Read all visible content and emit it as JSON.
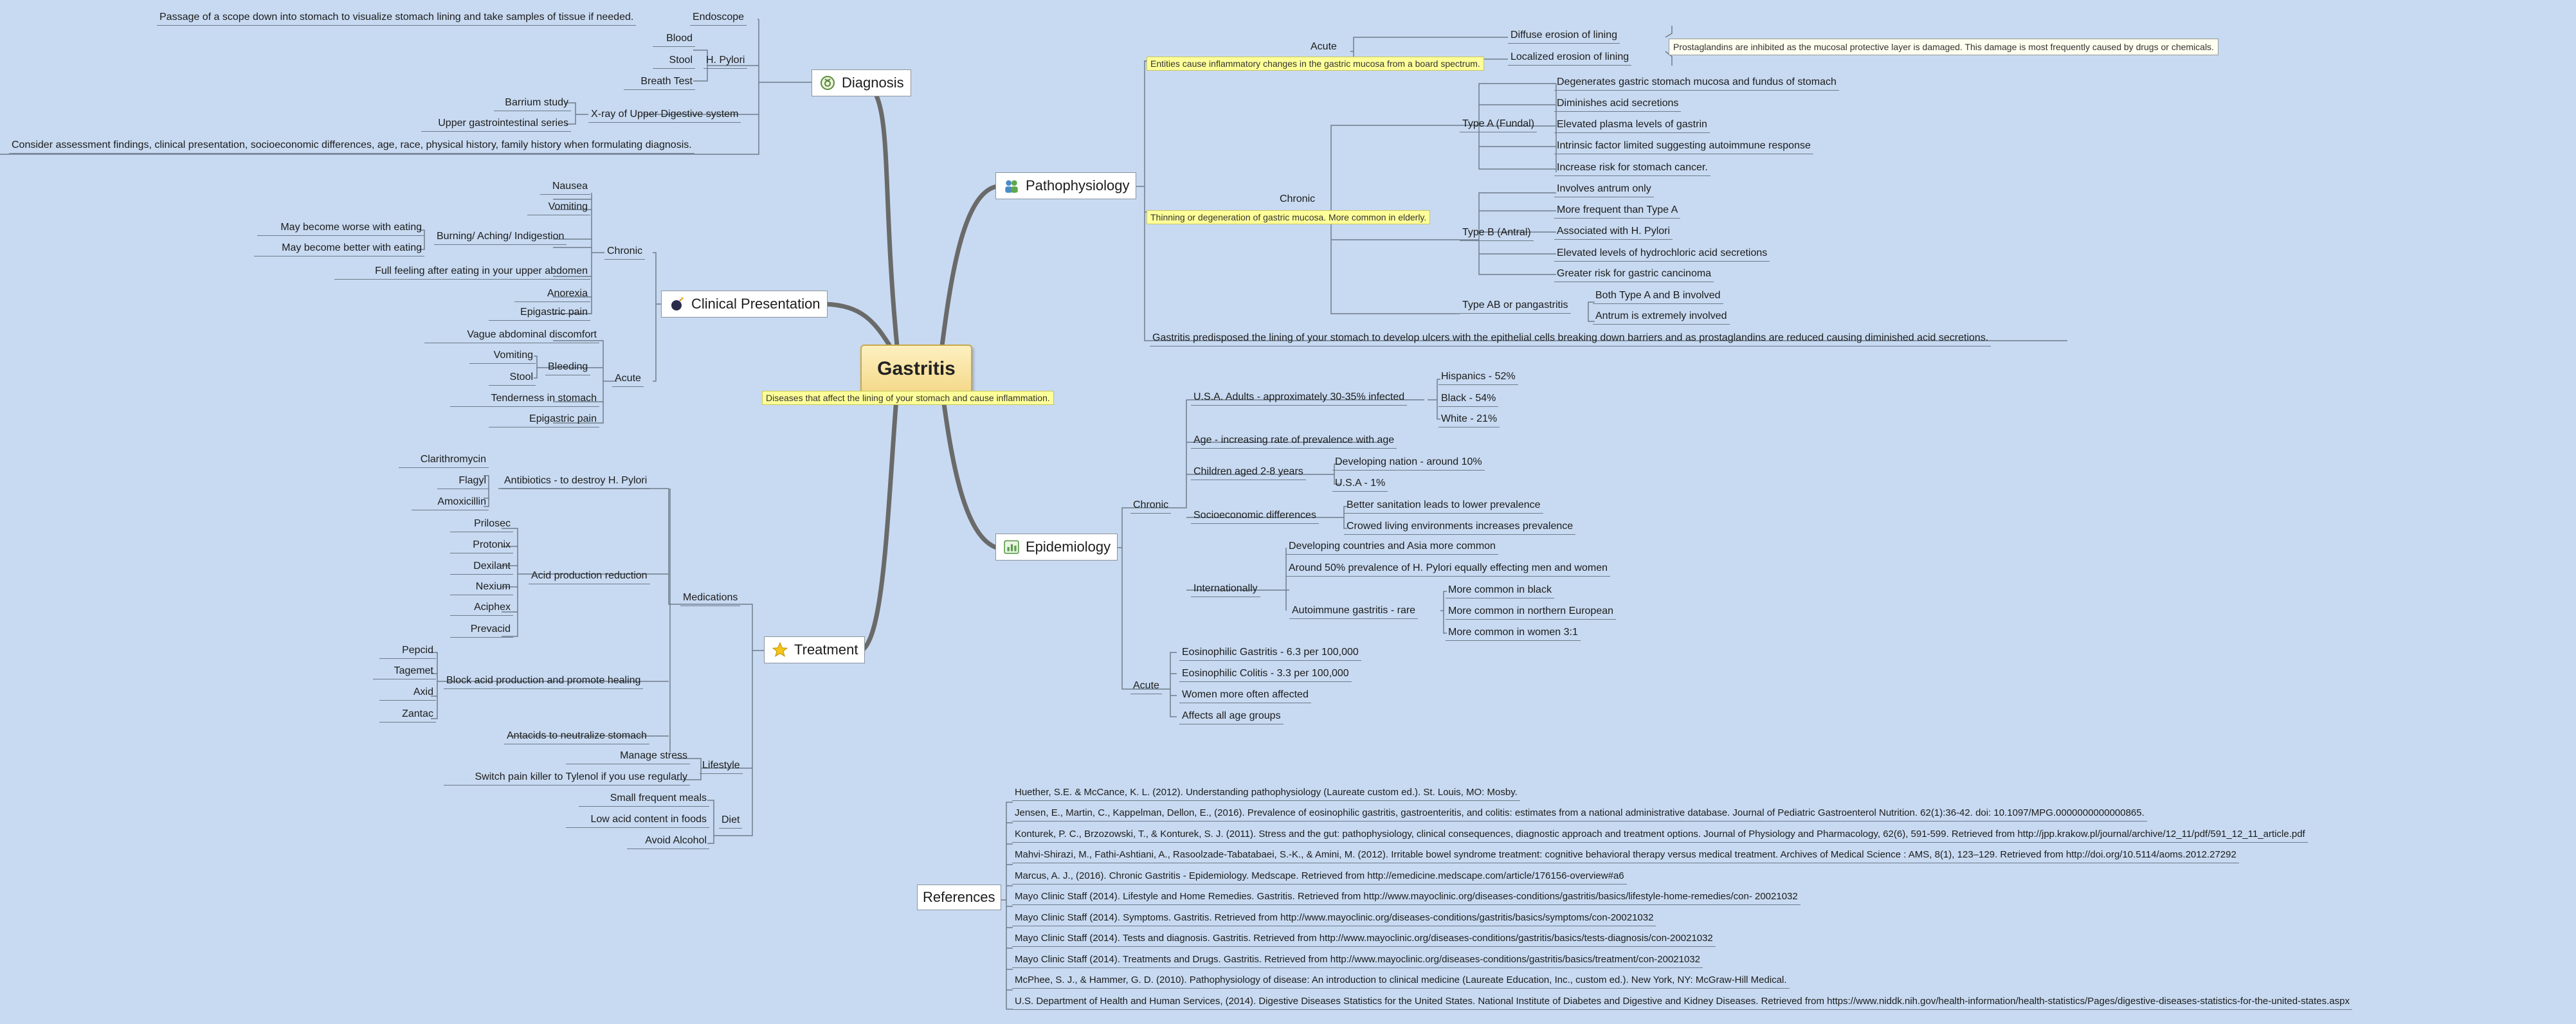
{
  "root": {
    "title": "Gastritis",
    "note": "Diseases that affect the lining of your stomach and cause inflammation."
  },
  "diagnosis": {
    "title": "Diagnosis",
    "endoscope": "Endoscope",
    "endoscope_desc": "Passage of a scope down into stomach to visualize stomach lining and take samples of tissue if needed.",
    "hpylori": "H. Pylori",
    "hpylori_items": [
      "Blood",
      "Stool",
      "Breath Test"
    ],
    "xray": "X-ray of Upper Digestive system",
    "xray_items": [
      "Barrium study",
      "Upper gastrointestinal series"
    ],
    "consider": "Consider assessment findings, clinical presentation, socioeconomic differences, age, race, physical history, family history when formulating diagnosis."
  },
  "clinical": {
    "title": "Clinical Presentation",
    "chronic": "Chronic",
    "chronic_items": [
      "Nausea",
      "Vomiting"
    ],
    "burning": "Burning/ Aching/ Indigestion",
    "burning_items": [
      "May become worse with eating",
      "May become better with eating"
    ],
    "chronic_items2": [
      "Full feeling after eating in your upper abdomen",
      "Anorexia",
      "Epigastric pain"
    ],
    "acute": "Acute",
    "vague": "Vague abdominal discomfort",
    "bleeding": "Bleeding",
    "bleeding_items": [
      "Vomiting",
      "Stool"
    ],
    "acute_items": [
      "Tenderness in stomach",
      "Epigastric pain"
    ]
  },
  "treatment": {
    "title": "Treatment",
    "medications": "Medications",
    "antibiotics": "Antibiotics - to destroy H. Pylori",
    "antibiotics_items": [
      "Clarithromycin",
      "Flagyl",
      "Amoxicillin"
    ],
    "acid_reduction": "Acid production reduction",
    "acid_items": [
      "Prilosec",
      "Protonix",
      "Dexilant",
      "Nexium",
      "Aciphex",
      "Prevacid"
    ],
    "block_acid": "Block acid production and promote healing",
    "block_items": [
      "Pepcid",
      "Tagemet",
      "Axid",
      "Zantac"
    ],
    "antacids": "Antacids to neutralize stomach",
    "lifestyle": "Lifestyle",
    "lifestyle_items": [
      "Manage stress",
      "Switch pain killer to Tylenol if you use regularly"
    ],
    "diet": "Diet",
    "diet_items": [
      "Small frequent meals",
      "Low acid content in foods",
      "Avoid Alcohol"
    ]
  },
  "patho": {
    "title": "Pathophysiology",
    "acute": "Acute",
    "acute_note": "Entities cause inflammatory changes in the gastric mucosa from a board spectrum.",
    "acute_items": [
      "Diffuse erosion of lining",
      "Localized erosion of lining"
    ],
    "acute_callout": "Prostaglandins are inhibited as the mucosal protective layer is damaged. This damage is most frequently caused by drugs or chemicals.",
    "chronic": "Chronic",
    "chronic_note": "Thinning or degeneration of gastric mucosa. More common in elderly.",
    "typeA": "Type A (Fundal)",
    "typeA_items": [
      "Degenerates gastric stomach mucosa and fundus of stomach",
      "Diminishes acid secretions",
      "Elevated plasma levels of gastrin",
      "Intrinsic factor limited suggesting autoimmune response",
      "Increase risk for stomach cancer."
    ],
    "typeB": "Type B (Antral)",
    "typeB_items": [
      "Involves antrum only",
      "More frequent than Type A",
      "Associated with H. Pylori",
      "Elevated levels of hydrochloric acid secretions",
      "Greater risk for gastric cancinoma"
    ],
    "typeAB": "Type AB or pangastritis",
    "typeAB_items": [
      "Both Type A and B involved",
      "Antrum is extremely involved"
    ],
    "predisposes": "Gastritis predisposed the lining of your stomach to develop ulcers with the epithelial cells breaking down barriers and as prostaglandins are reduced causing diminished acid secretions."
  },
  "epi": {
    "title": "Epidemiology",
    "chronic": "Chronic",
    "usa": "U.S.A. Adults - approximately 30-35% infected",
    "usa_items": [
      "Hispanics - 52%",
      "Black - 54%",
      "White - 21%"
    ],
    "age": "Age - increasing rate of prevalence with age",
    "children": "Children aged 2-8 years",
    "children_items": [
      "Developing nation - around 10%",
      "U.S.A - 1%"
    ],
    "socio": "Socioeconomic differences",
    "socio_items": [
      "Better sanitation leads to lower prevalence",
      "Crowed living environments increases prevalence"
    ],
    "intl": "Internationally",
    "intl_items": [
      "Developing countries and Asia more common",
      "Around 50% prevalence of H. Pylori equally effecting men and women"
    ],
    "autoimmune": "Autoimmune gastritis - rare",
    "autoimmune_items": [
      "More common in black",
      "More common in northern European",
      "More common in women 3:1"
    ],
    "acute": "Acute",
    "acute_items": [
      "Eosinophilic Gastritis -  6.3 per 100,000",
      "Eosinophilic Colitis - 3.3 per 100,000",
      "Women more often affected",
      "Affects all age groups"
    ]
  },
  "references": {
    "title": "References",
    "items": [
      "Huether, S.E. & McCance, K. L. (2012). Understanding pathophysiology (Laureate custom ed.). St. Louis, MO: Mosby.",
      "Jensen, E., Martin, C., Kappelman, Dellon, E., (2016). Prevalence of eosinophilic gastritis, gastroenteritis, and colitis: estimates from a national administrative database. Journal of Pediatric Gastroenterol Nutrition. 62(1):36-42. doi: 10.1097/MPG.0000000000000865.",
      "Konturek, P. C., Brzozowski, T., & Konturek, S. J. (2011). Stress and the gut: pathophysiology, clinical consequences, diagnostic approach and treatment options. Journal of Physiology        and Pharmacology, 62(6), 591-599. Retrieved from http://jpp.krakow.pl/journal/archive/12_11/pdf/591_12_11_article.pdf",
      "Mahvi-Shirazi, M., Fathi-Ashtiani, A., Rasoolzade-Tabatabaei, S.-K., & Amini, M. (2012). Irritable bowel syndrome treatment: cognitive behavioral therapy versus medical treatment. Archives of Medical Science : AMS, 8(1), 123–129. Retrieved from http://doi.org/10.5114/aoms.2012.27292",
      "Marcus, A. J., (2016). Chronic Gastritis - Epidemiology. Medscape.  Retrieved from http://emedicine.medscape.com/article/176156-overview#a6",
      "Mayo Clinic Staff (2014). Lifestyle and Home Remedies. Gastritis. Retrieved from http://www.mayoclinic.org/diseases-conditions/gastritis/basics/lifestyle-home-remedies/con- 20021032",
      "Mayo Clinic Staff (2014). Symptoms. Gastritis. Retrieved from http://www.mayoclinic.org/diseases-conditions/gastritis/basics/symptoms/con-20021032",
      "Mayo Clinic Staff (2014). Tests and diagnosis. Gastritis. Retrieved from http://www.mayoclinic.org/diseases-conditions/gastritis/basics/tests-diagnosis/con-20021032",
      "Mayo Clinic Staff (2014). Treatments and Drugs. Gastritis. Retrieved from http://www.mayoclinic.org/diseases-conditions/gastritis/basics/treatment/con-20021032",
      "McPhee, S. J., & Hammer, G. D. (2010). Pathophysiology of disease: An introduction to clinical medicine (Laureate Education, Inc., custom ed.). New York, NY: McGraw-Hill Medical.",
      "U.S. Department of Health and Human Services, (2014). Digestive Diseases Statistics for the United States. National Institute of Diabetes and Digestive and Kidney Diseases. Retrieved from https://www.niddk.nih.gov/health-information/health-statistics/Pages/digestive-diseases-statistics-for-the-united-states.aspx"
    ]
  }
}
